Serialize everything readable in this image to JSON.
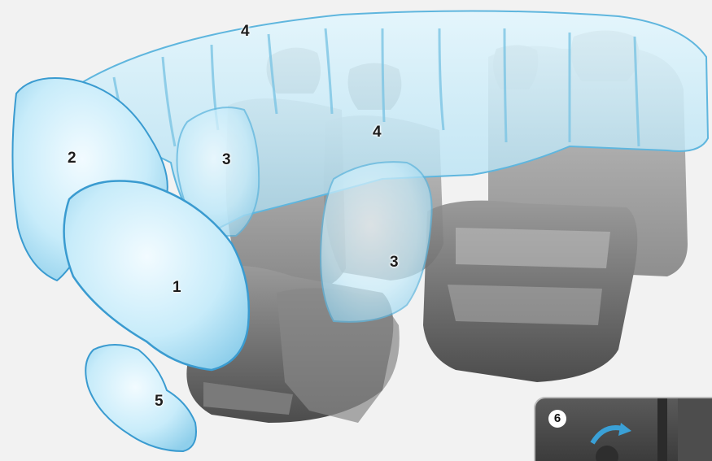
{
  "labels": {
    "front_airbag": "1",
    "knee_side_airbag": "2",
    "side_airbag_front": "3",
    "side_airbag_rear": "3",
    "curtain_airbag_top": "4",
    "curtain_airbag_mid": "4",
    "knee_airbag": "5"
  },
  "inset": {
    "badge": "6"
  },
  "colors": {
    "airbag_fill": "#bfe6f5",
    "airbag_stroke": "#4aa8d6",
    "seat": "#8c8c8c",
    "background": "#f2f2f2"
  }
}
